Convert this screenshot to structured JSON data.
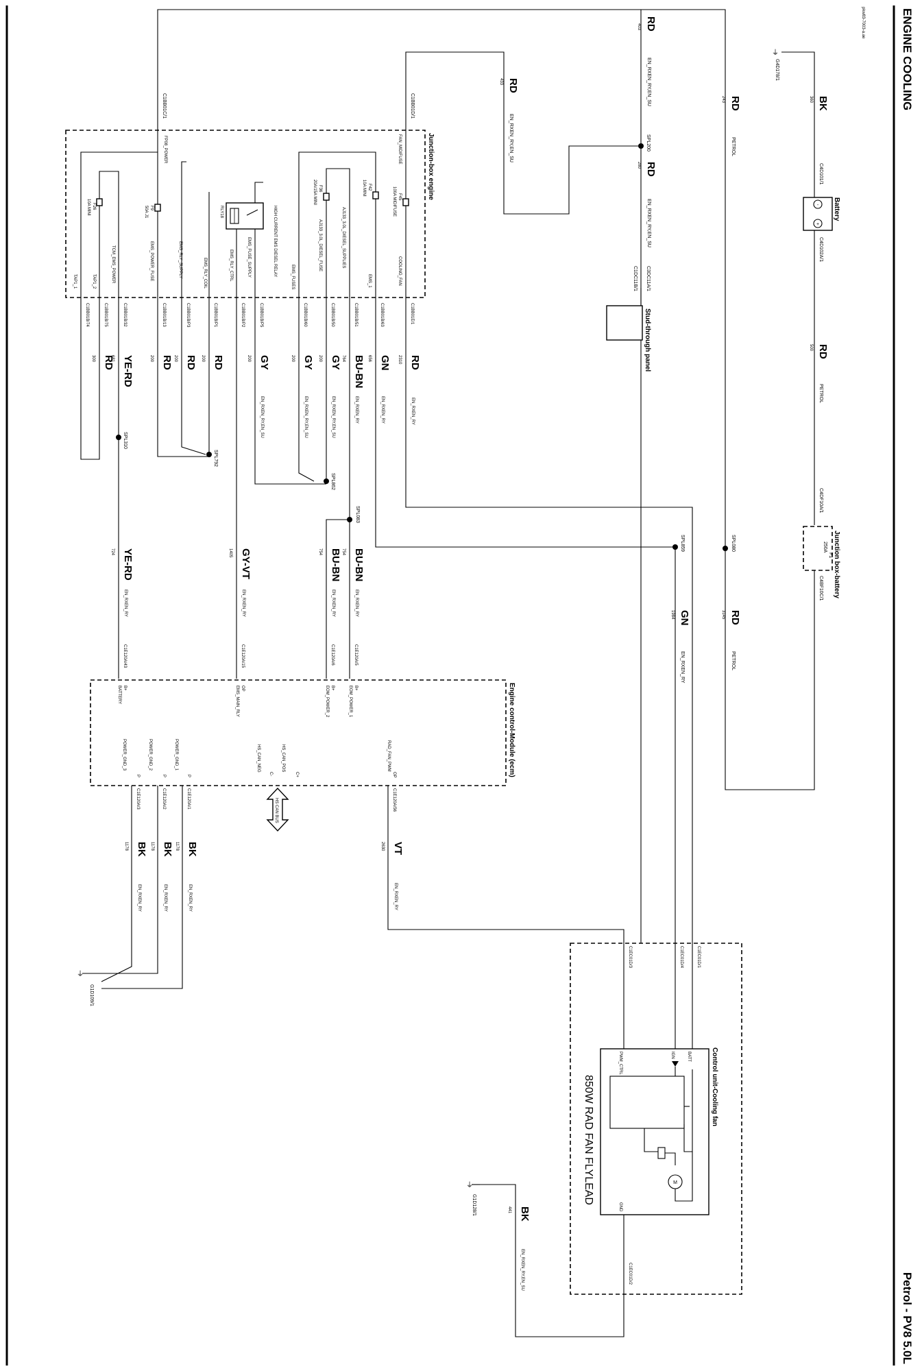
{
  "header": {
    "title": "ENGINE COOLING",
    "variant": "Petrol - PV8 5.0L",
    "doc_code": "pkw83-7003-a.ae"
  },
  "components": {
    "battery": "Battery",
    "battery_neg": "-",
    "battery_pos": "+",
    "jb_battery": "Junction box-battery",
    "jb_engine": "Junction-box engine",
    "stud_panel": "Stud-through panel",
    "ecm": "Engine control-Module (ecm)",
    "fan_unit": "Control unit-Cooling fan",
    "flylead": "850W RAD FAN FLYLEAD",
    "relay_title": "HIGH CURRENT EMS DIESEL RELAY",
    "relay_id": "RLY18",
    "motor": "M",
    "can_bus": "HS CAN BUS"
  },
  "grounds": {
    "g_battery": "G4D178/1",
    "g_ecm": "G1D109/1",
    "g_fan": "G1D128/1"
  },
  "connectors": {
    "c4d101_1": "C4D101/1",
    "c4d102a_1": "C4D102A/1",
    "c4df10a_1": "C4DF10A/1",
    "c4bf10c_1": "C4BF10C/1",
    "c3dc11a_1": "C3DC11A/1",
    "c1dc11b_1": "C1DC11B/1",
    "c1bb01c_1": "C1BB01C/1",
    "c1bb01d_1": "C1BB01D/1",
    "c1bb01e_1": "C1BB01E/1",
    "c1bb01b_63": "C1BB01B/63",
    "c1bb01b_51": "C1BB01B/51",
    "c1bb01b_50": "C1BB01B/50",
    "c1bb01b_60": "C1BB01B/60",
    "c1bb01b_p5": "C1BB01B/P5",
    "c1bb01b_p2": "C1BB01B/P2",
    "c1bb01b_p1": "C1BB01B/P1",
    "c1bb01b_p3": "C1BB01B/P3",
    "c1bb01b_13": "C1BB01B/13",
    "c1bb01b_32": "C1BB01B/32",
    "c1bb01b_75": "C1BB01B/75",
    "c1bb01b_74": "C1BB01B/74",
    "c1e120a_5": "C1E120A/5",
    "c1e120a_6": "C1E120A/6",
    "c1e120a_15": "C1E120A/15",
    "c1e120a_43": "C1E120A/43",
    "c1e120a_56": "C1E120A/56",
    "c1e120a_1": "C1E120A/1",
    "c1e120a_2": "C1E120A/2",
    "c1e120a_3": "C1E120A/3",
    "c1ec01d_1": "C1EC01D/1",
    "c1ec01d_4": "C1EC01D/4",
    "c1ec01d_3": "C1EC01D/3",
    "c1ec01d_2": "C1EC01D/2"
  },
  "splices": {
    "spl080": "SPL080",
    "spl200": "SPL200",
    "spl859": "SPL859",
    "spl083": "SPL083",
    "spl862": "SPL862",
    "spl792": "SPL792",
    "spl310": "SPL310"
  },
  "fuses": {
    "f1": "F1",
    "f1_rating": "250A",
    "f45": "F45",
    "f45_rating": "100A MIDIFUSE",
    "f42": "F42",
    "f42_rating": "10A MINI",
    "f36": "F36",
    "f36_rating": "20A/15A MINI",
    "f9": "F9",
    "f9_rating": "50A J1",
    "f26": "F26",
    "f26_rating": "10A MINI"
  },
  "jb_pins": {
    "fan_midfuse": "FAN_MIDIFUSE",
    "cooling_fan": "COOLING_FAN",
    "ems_1": "EMS_1",
    "aj133_supplies": "AJ133_3.0L_DIESEL_SUPPLIES",
    "aj133_fuse": "AJ133_3.0L_DIESEL_FUSE",
    "ems_fuses": "EMS_FUSES",
    "ems_fuse_supply": "EMS_FUSE_SUPPLY",
    "ems_rly_ctrl": "EMS_RLY_CTRL",
    "ems_rly_coil": "EMS_RLY_COIL",
    "ems_rly_supply": "EMS_RLY_SUPPLY",
    "ems_power_fuse": "EMS_POWER_FUSE",
    "fp08_power": "FP08_POWER",
    "tcm_ems_power": "TCM_EMS_POWER",
    "tap1_1": "TAP1_1",
    "tap1_2": "TAP1_2"
  },
  "ecm_pins": {
    "eom_power_1": "EOM_POWER_1",
    "eom_power_2": "EOM_POWER_2",
    "ems_main_rly": "EMS_MAIN_RLY",
    "battery": "BATTERY",
    "rad_fan_pwm": "RAD_FAN_PWM",
    "hs_can_pos": "HS_CAN_POS",
    "hs_can_neg": "HS_CAN_NEG",
    "power_gnd_1": "POWER_GND_1",
    "power_gnd_2": "POWER_GND_2",
    "power_gnd_3": "POWER_GND_3",
    "b_plus": "B+",
    "op": "OP",
    "c_plus": "C+",
    "c_minus": "C-",
    "p": "P"
  },
  "fan_pins": {
    "batt": "BATT",
    "ign": "IGN",
    "pwm_ctrl": "PWM_CTRL",
    "gnd": "GND"
  },
  "wires": {
    "w360": {
      "color": "BK",
      "num": "360",
      "harness": ""
    },
    "w243": {
      "color": "RD",
      "num": "243",
      "harness": "PETROL"
    },
    "w500": {
      "color": "RD",
      "num": "500",
      "harness": "PETROL"
    },
    "w3145": {
      "color": "RD",
      "num": "3145",
      "harness": "PETROL"
    },
    "w1984": {
      "color": "GN",
      "num": "1984",
      "harness": "EN_RXEN_RY"
    },
    "w403": {
      "color": "RD",
      "num": "403",
      "harness": "EN_RXEN_RY,EN_SU"
    },
    "w433": {
      "color": "RD",
      "num": "433",
      "harness": "EN_RXEN_RY,EN_SU"
    },
    "w280": {
      "color": "RD",
      "num": "280",
      "harness": "EN_RXEN_RY,EN_SU"
    },
    "w2310": {
      "color": "RD",
      "num": "2310",
      "harness": "EN_RXEN_RY"
    },
    "w656": {
      "color": "GN",
      "num": "656",
      "harness": "EN_RXEN_RY"
    },
    "w764": {
      "color": "BU-BN",
      "num": "764",
      "harness": "EN_RXEN_RY"
    },
    "w200a": {
      "color": "GY",
      "num": "200",
      "harness": "EN_RXEN_RY,EN_SU"
    },
    "w200b": {
      "color": "GY",
      "num": "200",
      "harness": "EN_RXEN_RY,EN_SU"
    },
    "w200c": {
      "color": "GY",
      "num": "200",
      "harness": "EN_RXEN_RY,EN_SU"
    },
    "w200d": {
      "color": "RD",
      "num": "200",
      "harness": ""
    },
    "w200e": {
      "color": "RD",
      "num": "200",
      "harness": ""
    },
    "w200f": {
      "color": "RD",
      "num": "200",
      "harness": ""
    },
    "w681": {
      "color": "YE-RD",
      "num": "681",
      "harness": ""
    },
    "w300": {
      "color": "RD",
      "num": "300",
      "harness": ""
    },
    "w754a": {
      "color": "BU-BN",
      "num": "754",
      "harness": "EN_RXEN_RY"
    },
    "w754b": {
      "color": "BU-BN",
      "num": "754",
      "harness": "EN_RXEN_RY"
    },
    "w1405": {
      "color": "GY-VT",
      "num": "1405",
      "harness": "EN_RXEN_RY"
    },
    "w724": {
      "color": "YE-RD",
      "num": "724",
      "harness": "EN_RXEN_RY"
    },
    "w2630": {
      "color": "VT",
      "num": "2630",
      "harness": "EN_RXEN_RY"
    },
    "w1178a": {
      "color": "BK",
      "num": "1178",
      "harness": "EN_RXEN_RY"
    },
    "w1178b": {
      "color": "BK",
      "num": "1178",
      "harness": "EN_RXEN_RY"
    },
    "w1178c": {
      "color": "BK",
      "num": "1178",
      "harness": "EN_RXEN_RY"
    },
    "w441": {
      "color": "BK",
      "num": "441",
      "harness": "EN_RXEN_RY,EN_SU"
    }
  }
}
